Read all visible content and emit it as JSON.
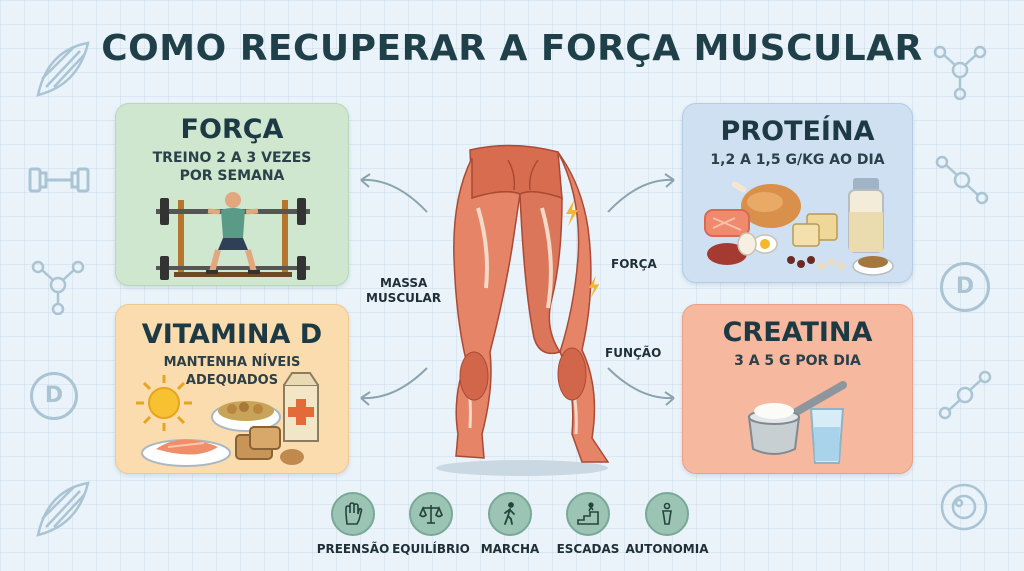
{
  "title": "COMO RECUPERAR A FORÇA MUSCULAR",
  "cards": {
    "forca": {
      "title": "FORÇA",
      "line1": "TREINO 2 A 3 VEZES",
      "line2": "POR SEMANA"
    },
    "vitamina": {
      "title": "VITAMINA D",
      "subtitle": "MANTENHA NÍVEIS ADEQUADOS"
    },
    "proteina": {
      "title": "PROTEÍNA",
      "subtitle": "1,2 A 1,5 G/KG AO DIA"
    },
    "creatina": {
      "title": "CREATINA",
      "subtitle": "3 A 5 G POR DIA"
    }
  },
  "legs": {
    "massa_line1": "MASSA",
    "massa_line2": "MUSCULAR",
    "forca": "FORÇA",
    "funcao": "FUNÇÃO"
  },
  "functions": [
    {
      "label": "PREENSÃO",
      "icon": "hand-icon"
    },
    {
      "label": "EQUILÍBRIO",
      "icon": "scale-icon"
    },
    {
      "label": "MARCHA",
      "icon": "walking-icon"
    },
    {
      "label": "ESCADAS",
      "icon": "stairs-icon"
    },
    {
      "label": "AUTONOMIA",
      "icon": "person-icon"
    }
  ],
  "decorations": {
    "vitamin_badge_left": "D",
    "vitamin_badge_right": "D"
  },
  "colors": {
    "forca_card": "#cfe6cf",
    "vitamina_card": "#fbdcae",
    "proteina_card": "#cfe0f2",
    "creatina_card": "#f6b89f",
    "icon_circle": "#9cc4b5"
  }
}
